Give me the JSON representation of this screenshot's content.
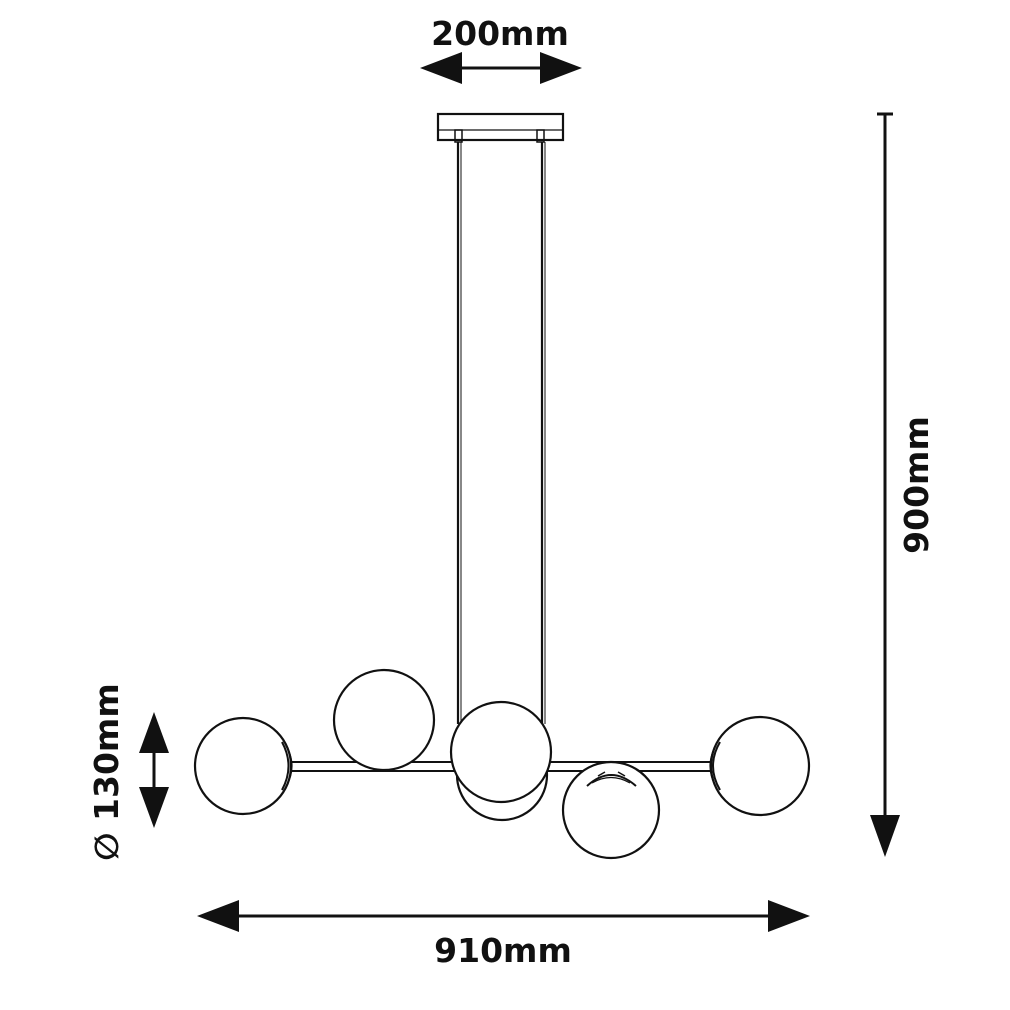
{
  "dimensions": {
    "canopy_width": "200mm",
    "total_height": "900mm",
    "globe_diameter": "∅ 130mm",
    "total_width": "910mm"
  },
  "colors": {
    "line": "#111111",
    "background": "#ffffff"
  }
}
